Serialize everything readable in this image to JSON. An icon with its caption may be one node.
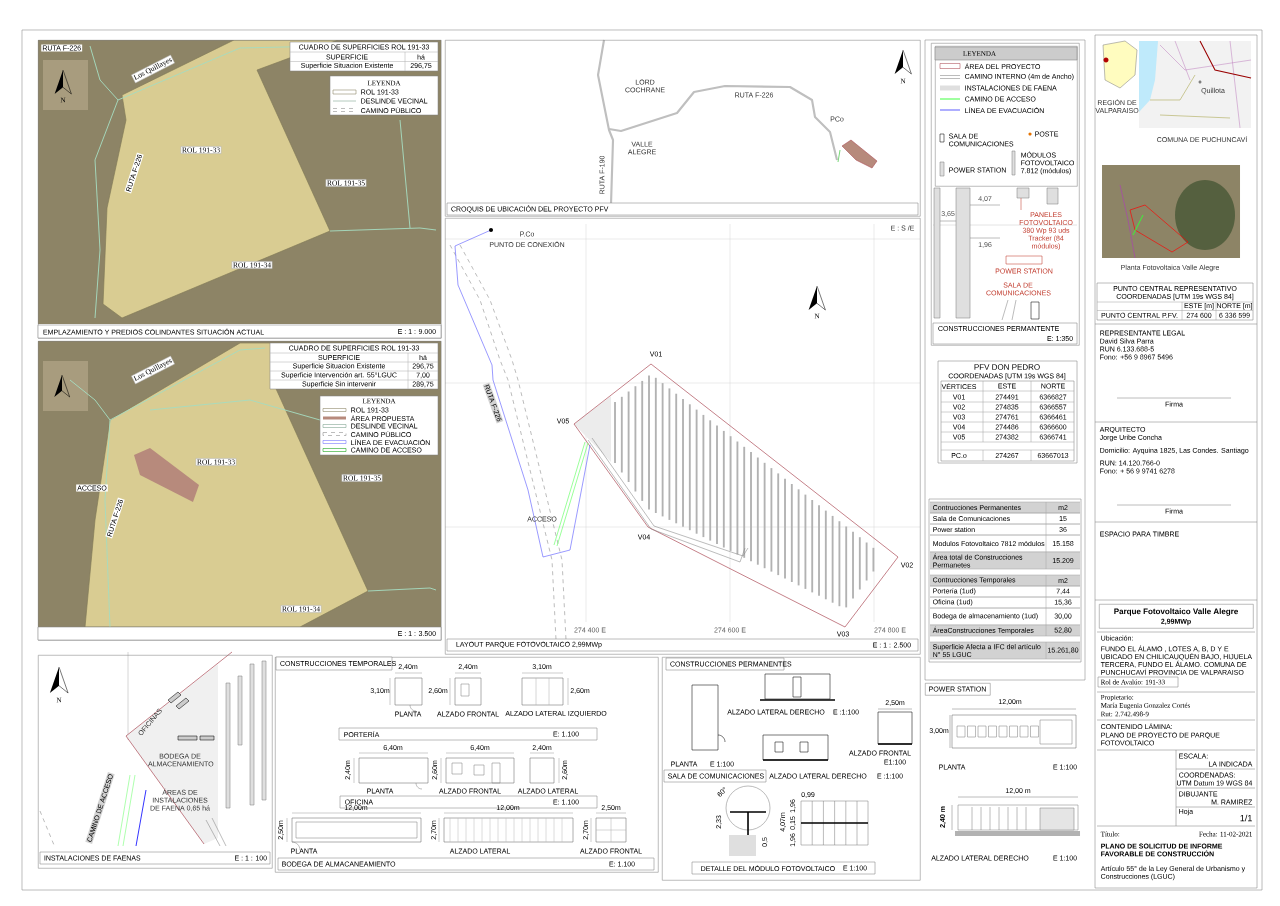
{
  "diagram": {
    "nodes": [
      {
        "text": [
          "EMPLAZAMIENTO Y PREDIOS COLINDANTES SITUACIÓN ACTUAL",
          "E : 1 : 9.000"
        ]
      },
      {
        "text": [
          "E : 1 : 3.500"
        ]
      },
      {
        "text": [
          "CROQUIS DE UBICACIÓN DEL PROYECTO PFV"
        ]
      },
      {
        "text": [
          "LAYOUT PARQUE FOTOVOLTAICO 2,99MWp",
          "E : 1 : 2.500"
        ]
      },
      {
        "text": [
          "CONSTRUCCIONES PERMANTENTE",
          "E: 1:350"
        ]
      },
      {
        "text": [
          "LEYENDA"
        ],
        "in": 4
      },
      {
        "text": [
          "INSTALACIONES DE FAENAS",
          "E : 1 : 100"
        ]
      },
      {
        "text": [
          "CONSTRUCCIONES TEMPORALES"
        ]
      },
      {
        "text": [
          "CONSTRUCCIONES PERMANENTES"
        ]
      },
      {
        "text": [
          "POWER STATION"
        ]
      },
      {
        "text": [
          "Parque Fotovoltaico Valle Alegre",
          "2,99MWp"
        ]
      }
    ],
    "legend": [
      {
        "text": "ÁREA DEL PROYECTO"
      },
      {
        "text": "CAMINO INTERNO (4m de Ancho)"
      },
      {
        "text": "INSTALACIONES DE FAENA"
      },
      {
        "text": "CAMINO DE ACCESO"
      },
      {
        "text": "LÍNEA DE EVACUACIÓN"
      },
      {
        "text": "SALA DE COMUNICACIONES"
      },
      {
        "text": "POSTE"
      },
      {
        "text": "POWER STATION"
      },
      {
        "text": "MÓDULOS FOTOVOLTAICO 7.812 (módulos)"
      }
    ],
    "labels": [
      "RUTA F-226",
      "Los Quillayes",
      "ROL 191-33",
      "RUTA F-226",
      "ROL 191-35",
      "ROL 191-34",
      "CUADRO DE SUPERFICIES ROL 191-33",
      "SUPERFICIE",
      "há",
      "Superficie Situacion Existente",
      "296,75",
      "LEYENDA",
      "ROL 191-33",
      "DESLINDE VECINAL",
      "CAMINO PÚBLICO",
      "N",
      "Los Quillayes",
      "ROL 191-33",
      "ROL 191-35",
      "ACCESO",
      "RUTA F-226",
      "ROL 191-34",
      "CUADRO DE SUPERFICIES ROL 191-33",
      "SUPERFICIE",
      "há",
      "Superficie Situacion Existente",
      "296,75",
      "Superficie Intervención art. 55°LGUC",
      "7,00",
      "Superficie Sin intervenir",
      "289,75",
      "LEYENDA",
      "ROL 191-33",
      "ÁREA PROPUESTA",
      "DESLINDE VECINAL",
      "CAMINO PÚBLICO",
      "LÍNEA DE EVACUACIÓN",
      "CAMINO DE ACCESO",
      "LORD COCHRANE",
      "RUTA F-226",
      "PCo",
      "VALLE ALEGRE",
      "RUTA F-190",
      "N",
      "E : S /E",
      "P.Co",
      "PUNTO DE CONEXIÓN",
      "N",
      "V01",
      "V05",
      "RUTA F-226",
      "ACCESO",
      "V04",
      "V02",
      "V03",
      "274 400 E",
      "274 600 E",
      "274 800 E",
      "4,07",
      "3,65",
      "1,96",
      "PANELES FOTOVOLTAICO 380 Wp 93 uds Tracker (84 módulos)",
      "POWER STATION",
      "SALA DE COMUNICACIONES",
      "PFV DON PEDRO",
      "COORDENADAS [UTM 19s WGS 84]",
      "VÉRTICES",
      "ESTE",
      "NORTE",
      "V01",
      "274491",
      "6366827",
      "V02",
      "274835",
      "6366557",
      "V03",
      "274761",
      "6366461",
      "V04",
      "274486",
      "6366600",
      "V05",
      "274382",
      "6366741",
      "PC.o",
      "274267",
      "63667013",
      "Contrucciones Permanentes",
      "m2",
      "Sala de Comunicaciones",
      "15",
      "Power station",
      "36",
      "Modulos Fotovoltaico 7812 módulos",
      "15.158",
      "Área total de Construcciones Permanetes",
      "15.209",
      "Contrucciones Temporales",
      "m2",
      "Portería (1ud)",
      "7,44",
      "Oficina (1ud)",
      "15,36",
      "Bodega de almacenamiento (1ud)",
      "30,00",
      "ÁreaConstrucciones Temporales",
      "52,80",
      "Superficie Afecta a IFC del artículo N° 55 LGUC",
      "15.261,80",
      "REGIÓN DE VALPARAISO",
      "Quillota",
      "COMUNA DE PUCHUNCAVÍ",
      "Planta Fotovoltaica Valle Alegre",
      "PUNTO CENTRAL REPRESENTATIVO",
      "COORDENADAS [UTM 19s WGS 84]",
      "ESTE [m]",
      "NORTE [m]",
      "PUNTO CENTRAL P.FV.",
      "274 600",
      "6 336 599",
      "REPRESENTANTE LEGAL",
      "David Silva Parra",
      "RUN 6.133.688-5",
      "Fono: +56 9 8967 5496",
      "Firma",
      "ARQUITECTO",
      "Jorge Uribe Concha",
      "Domicilio: Ayquina 1825, Las Condes. Santiago",
      "RUN: 14.120.766-0",
      "Fono: + 56 9 9741 6278",
      "Firma",
      "ESPACIO PARA TIMBRE",
      "Ubicación:",
      "FUNDO EL ÁLAMO , LOTES A, B, D Y E UBICADO EN CHILICAUQUÉN BAJO, HIJUELA TERCERA, FUNDO EL ÁLAMO. COMUNA DE PUNCHUCAVÍ PROVINCIA DE VALPARAISO",
      "Rol de Avalúo: 191-33",
      "Propietario:",
      "María Eugenia Gonzalez Cortés",
      "Rut: 2.742.498-9",
      "CONTENIDO LÁMINA:",
      "PLANO DE PROYECTO DE PARQUE FOTOVOLTAICO",
      "ESCALA:",
      "LA INDICADA",
      "COORDENADAS:",
      "UTM Datum 19 WGS 84",
      "DIBUJANTE",
      "M. RAMIREZ",
      "Hoja",
      "1/1",
      "Título:",
      "Fecha: 11-02-2021",
      "PLANO DE SOLICITUD DE INFORME FAVORABLE DE CONSTRUCCIÓN",
      "Artículo 55° de la Ley General de Urbanismo y Construcciones (LGUC)",
      "N",
      "OFICINAS",
      "BODEGA DE ALMACENAMIENTO",
      "CAMINO DE ACCESO",
      "ÁREAS DE INSTALACIONES DE FAENA 0,65 há",
      "2,40m",
      "3,10m",
      "PLANTA",
      "2,40m",
      "2,60m",
      "ALZADO FRONTAL",
      "3,10m",
      "2,60m",
      "ALZADO LATERAL IZQUIERDO",
      "PORTERÍA",
      "E: 1.100",
      "6,40m",
      "2,40m",
      "PLANTA",
      "6,40m",
      "2,60m",
      "ALZADO FRONTAL",
      "2,40m",
      "2,60m",
      "ALZADO LATERAL",
      "OFICINA",
      "E: 1.100",
      "12,00m",
      "2,50m",
      "PLANTA",
      "12,00m",
      "2,70m",
      "ALZADO LATERAL",
      "2,50m",
      "2,70m",
      "ALZADO FRONTAL",
      "BODEGA DE ALMACANEAMIENTO",
      "E: 1.100",
      "ALZADO LATERAL DERECHO",
      "E :1:100",
      "PLANTA",
      "E 1:100",
      "2,50m",
      "ALZADO FRONTAL",
      "E1:100",
      "SALA DE COMUNICACIONES",
      "ALZADO LATERAL DERECHO",
      "E :1:100",
      "60°",
      "2,33",
      "0,5",
      "0,99",
      "4,07m",
      "1,96",
      "0,15",
      "1,96",
      "DETALLE DEL MÓDULO FOTOVOLTAICO",
      "E 1:100",
      "12,00m",
      "3,00m",
      "PLANTA",
      "E 1:100",
      "12,00 m",
      "2,40 m",
      "ALZADO LATERAL DERECHO",
      "E 1:100"
    ]
  }
}
